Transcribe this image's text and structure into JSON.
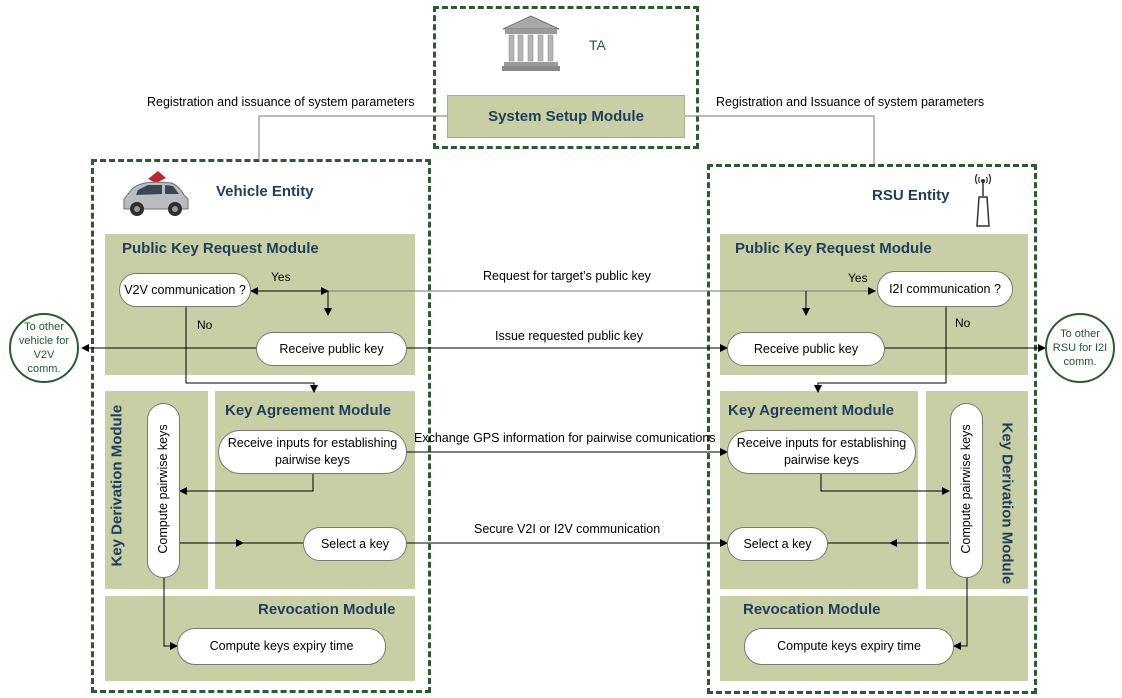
{
  "ta": {
    "label": "TA",
    "module": "System Setup Module"
  },
  "registration_left": "Registration and issuance of system parameters",
  "registration_right": "Registration and Issuance of system parameters",
  "vehicle": {
    "entity": "Vehicle Entity",
    "pkr": {
      "title": "Public Key Request Module",
      "decision": "V2V communication ?",
      "yes": "Yes",
      "no": "No",
      "receive": "Receive public key"
    },
    "kdm": {
      "title": "Key Derivation Module",
      "compute": "Compute pairwise keys"
    },
    "kam": {
      "title": "Key Agreement Module",
      "receive_inputs": "Receive inputs for establishing pairwise keys",
      "select": "Select a key"
    },
    "rev": {
      "title": "Revocation Module",
      "expiry": "Compute keys expiry time"
    }
  },
  "rsu": {
    "entity": "RSU Entity",
    "pkr": {
      "title": "Public Key Request Module",
      "decision": "I2I communication ?",
      "yes": "Yes",
      "no": "No",
      "receive": "Receive public key"
    },
    "kdm": {
      "title": "Key Derivation Module",
      "compute": "Compute pairwise keys"
    },
    "kam": {
      "title": "Key Agreement Module",
      "receive_inputs": "Receive inputs for establishing pairwise keys",
      "select": "Select a key"
    },
    "rev": {
      "title": "Revocation Module",
      "expiry": "Compute keys expiry time"
    }
  },
  "links": {
    "request": "Request for target’s public key",
    "issue": "Issue requested public key",
    "gps": "Exchange GPS information for pairwise comunications",
    "secure": "Secure V2I or I2V communication"
  },
  "external": {
    "left": "To other vehicle for V2V comm.",
    "right": "To other RSU for I2I comm."
  }
}
